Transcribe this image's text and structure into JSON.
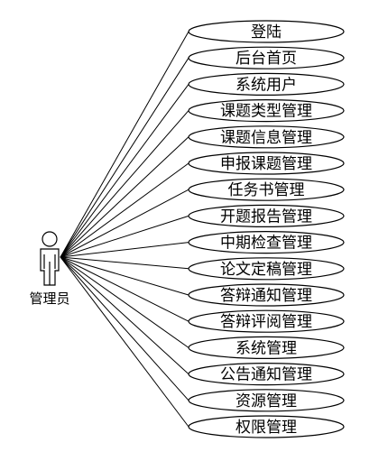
{
  "diagram": {
    "actor": {
      "label": "管理员",
      "icon": "person-icon"
    },
    "use_cases": [
      {
        "label": "登陆"
      },
      {
        "label": "后台首页"
      },
      {
        "label": "系统用户"
      },
      {
        "label": "课题类型管理"
      },
      {
        "label": "课题信息管理"
      },
      {
        "label": "申报课题管理"
      },
      {
        "label": "任务书管理"
      },
      {
        "label": "开题报告管理"
      },
      {
        "label": "中期检查管理"
      },
      {
        "label": "论文定稿管理"
      },
      {
        "label": "答辩通知管理"
      },
      {
        "label": "答辩评阅管理"
      },
      {
        "label": "系统管理"
      },
      {
        "label": "公告通知管理"
      },
      {
        "label": "资源管理"
      },
      {
        "label": "权限管理"
      }
    ]
  }
}
